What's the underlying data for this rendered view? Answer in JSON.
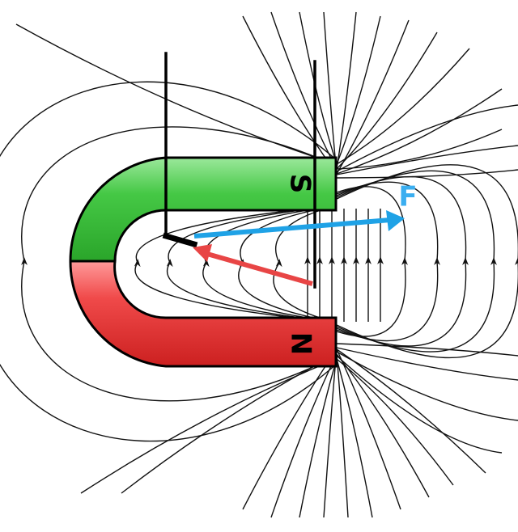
{
  "magnet": {
    "south_label": "S",
    "north_label": "N",
    "south_color": "#3fc63f",
    "north_color": "#ee3333"
  },
  "force": {
    "label": "F",
    "color": "#1fa2e6"
  },
  "current_arrow_color": "#e84545",
  "field_line_color": "#111111",
  "wire_color": "#000000"
}
